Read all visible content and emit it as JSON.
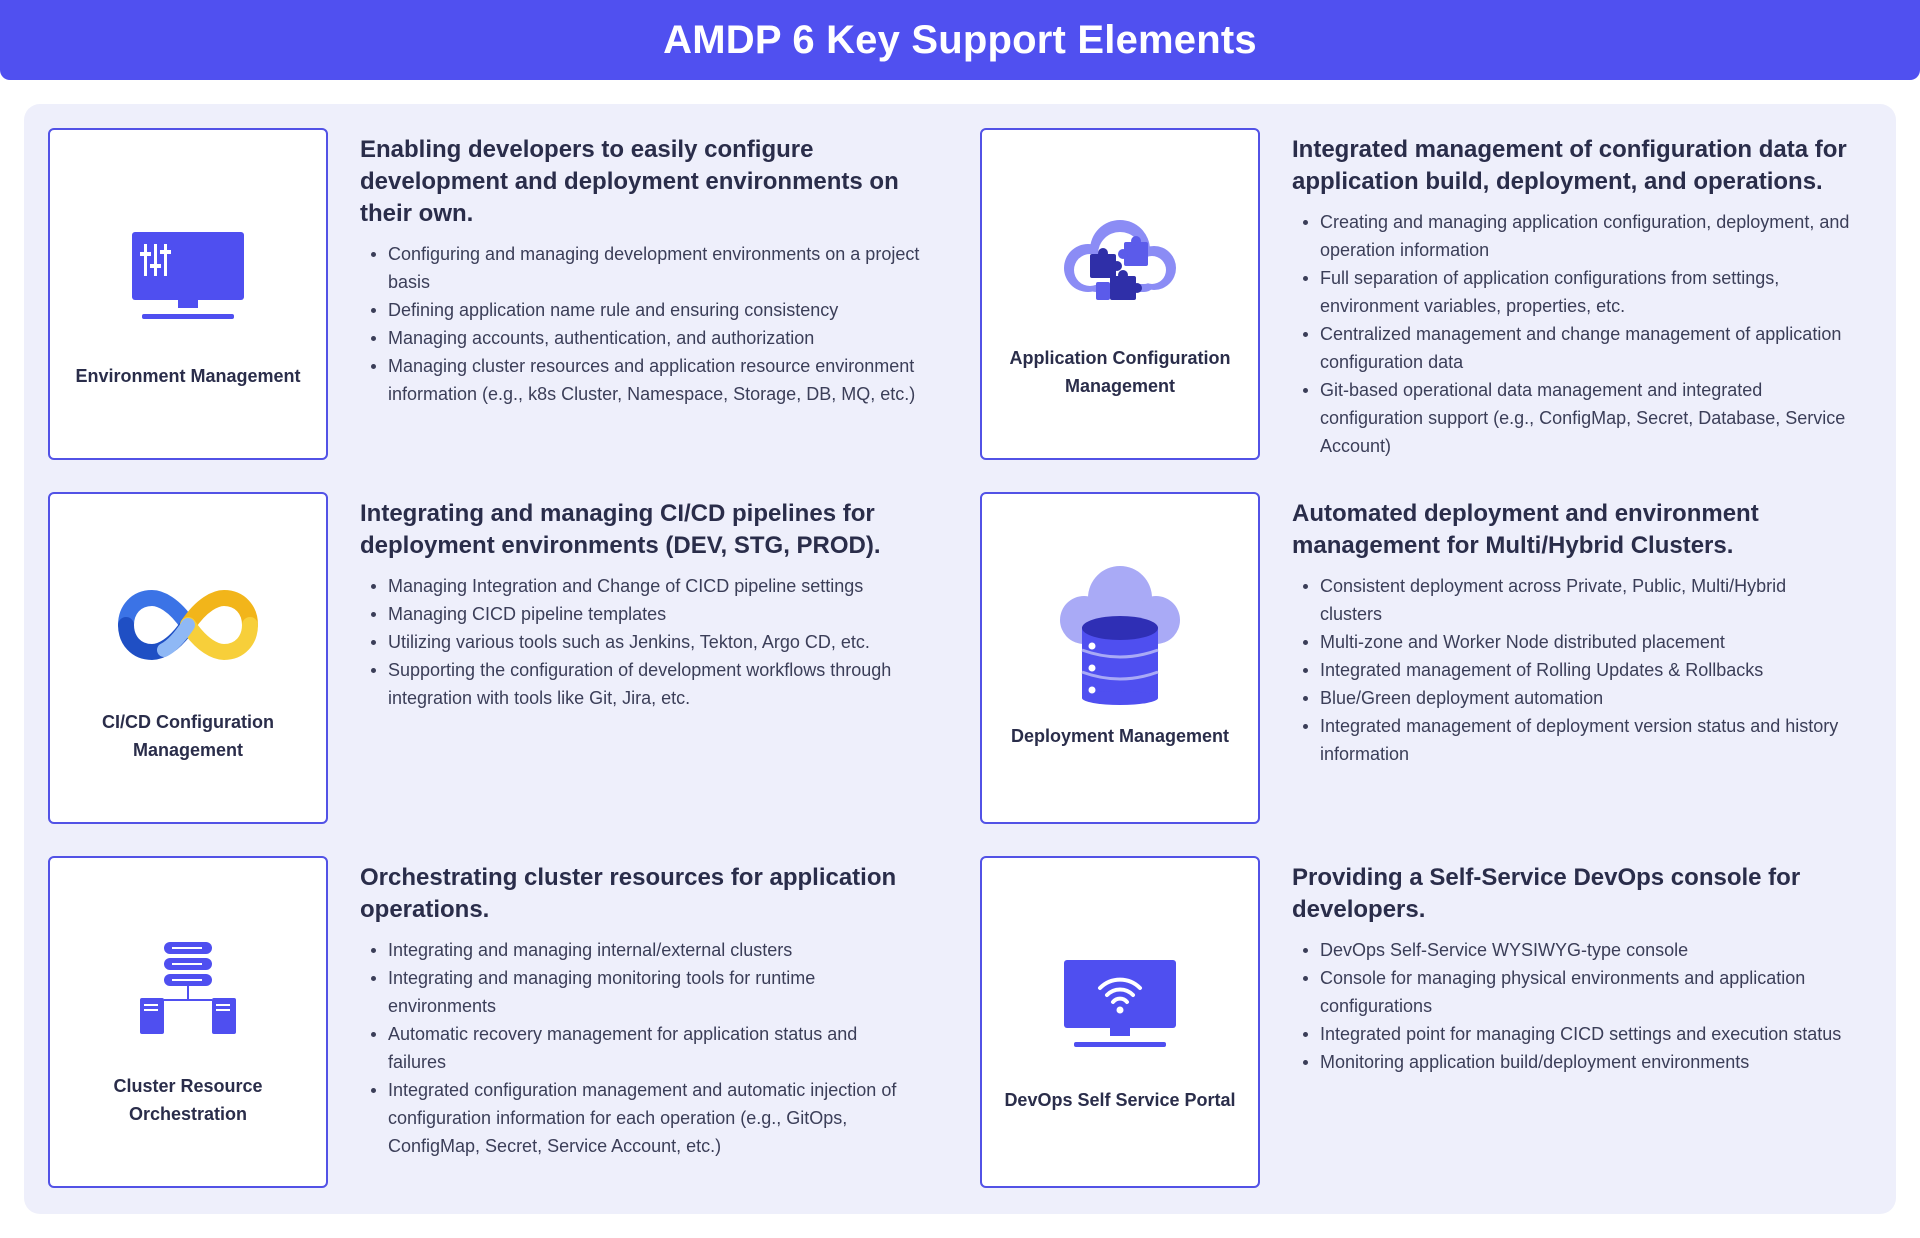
{
  "title": "AMDP 6 Key Support Elements",
  "colors": {
    "accent": "#5050f0",
    "panel": "#eeeffb",
    "card_border": "#5252e6"
  },
  "elements": [
    {
      "icon": "monitor-sliders-icon",
      "label": "Environment Management",
      "heading": "Enabling developers to easily configure development and deployment environments on their own.",
      "bullets": [
        "Configuring and managing development environments on a project basis",
        "Defining application name rule and ensuring consistency",
        "Managing accounts, authentication, and authorization",
        "Managing cluster resources and application resource environment information (e.g., k8s Cluster, Namespace, Storage, DB, MQ, etc.)"
      ]
    },
    {
      "icon": "cloud-puzzle-icon",
      "label": "Application Configuration Management",
      "heading": "Integrated management of configuration data for application build, deployment, and operations.",
      "bullets": [
        "Creating and managing application configuration, deployment, and operation information",
        "Full separation of application configurations from settings, environment variables, properties, etc.",
        "Centralized management and change management of application configuration data",
        "Git-based operational data management and integrated configuration support (e.g., ConfigMap, Secret, Database, Service Account)"
      ]
    },
    {
      "icon": "infinity-loop-icon",
      "label": "CI/CD Configuration Management",
      "heading": "Integrating and managing CI/CD pipelines for deployment environments (DEV, STG, PROD).",
      "bullets": [
        "Managing Integration and Change of CICD pipeline settings",
        "Managing CICD pipeline templates",
        "Utilizing various tools such as Jenkins, Tekton, Argo CD, etc.",
        "Supporting the configuration of development workflows through integration with tools like Git, Jira, etc."
      ]
    },
    {
      "icon": "cloud-database-icon",
      "label": "Deployment Management",
      "heading": "Automated deployment and environment management for Multi/Hybrid Clusters.",
      "bullets": [
        "Consistent deployment across Private, Public, Multi/Hybrid clusters",
        "Multi-zone and Worker Node distributed placement",
        "Integrated management of Rolling Updates & Rollbacks",
        "Blue/Green deployment automation",
        "Integrated management of deployment version status and history information"
      ]
    },
    {
      "icon": "server-network-icon",
      "label": "Cluster Resource Orchestration",
      "heading": "Orchestrating cluster resources for application operations.",
      "bullets": [
        "Integrating and managing internal/external clusters",
        "Integrating and managing monitoring tools for runtime environments",
        "Automatic recovery management for application status and failures",
        "Integrated configuration management and automatic injection of configuration information for each operation (e.g., GitOps, ConfigMap, Secret, Service Account, etc.)"
      ]
    },
    {
      "icon": "monitor-wifi-icon",
      "label": "DevOps Self Service Portal",
      "heading": "Providing a Self-Service DevOps console for developers.",
      "bullets": [
        "DevOps Self-Service WYSIWYG-type console",
        "Console for managing physical environments and application configurations",
        "Integrated point for managing CICD settings and execution status",
        "Monitoring application build/deployment environments"
      ]
    }
  ]
}
